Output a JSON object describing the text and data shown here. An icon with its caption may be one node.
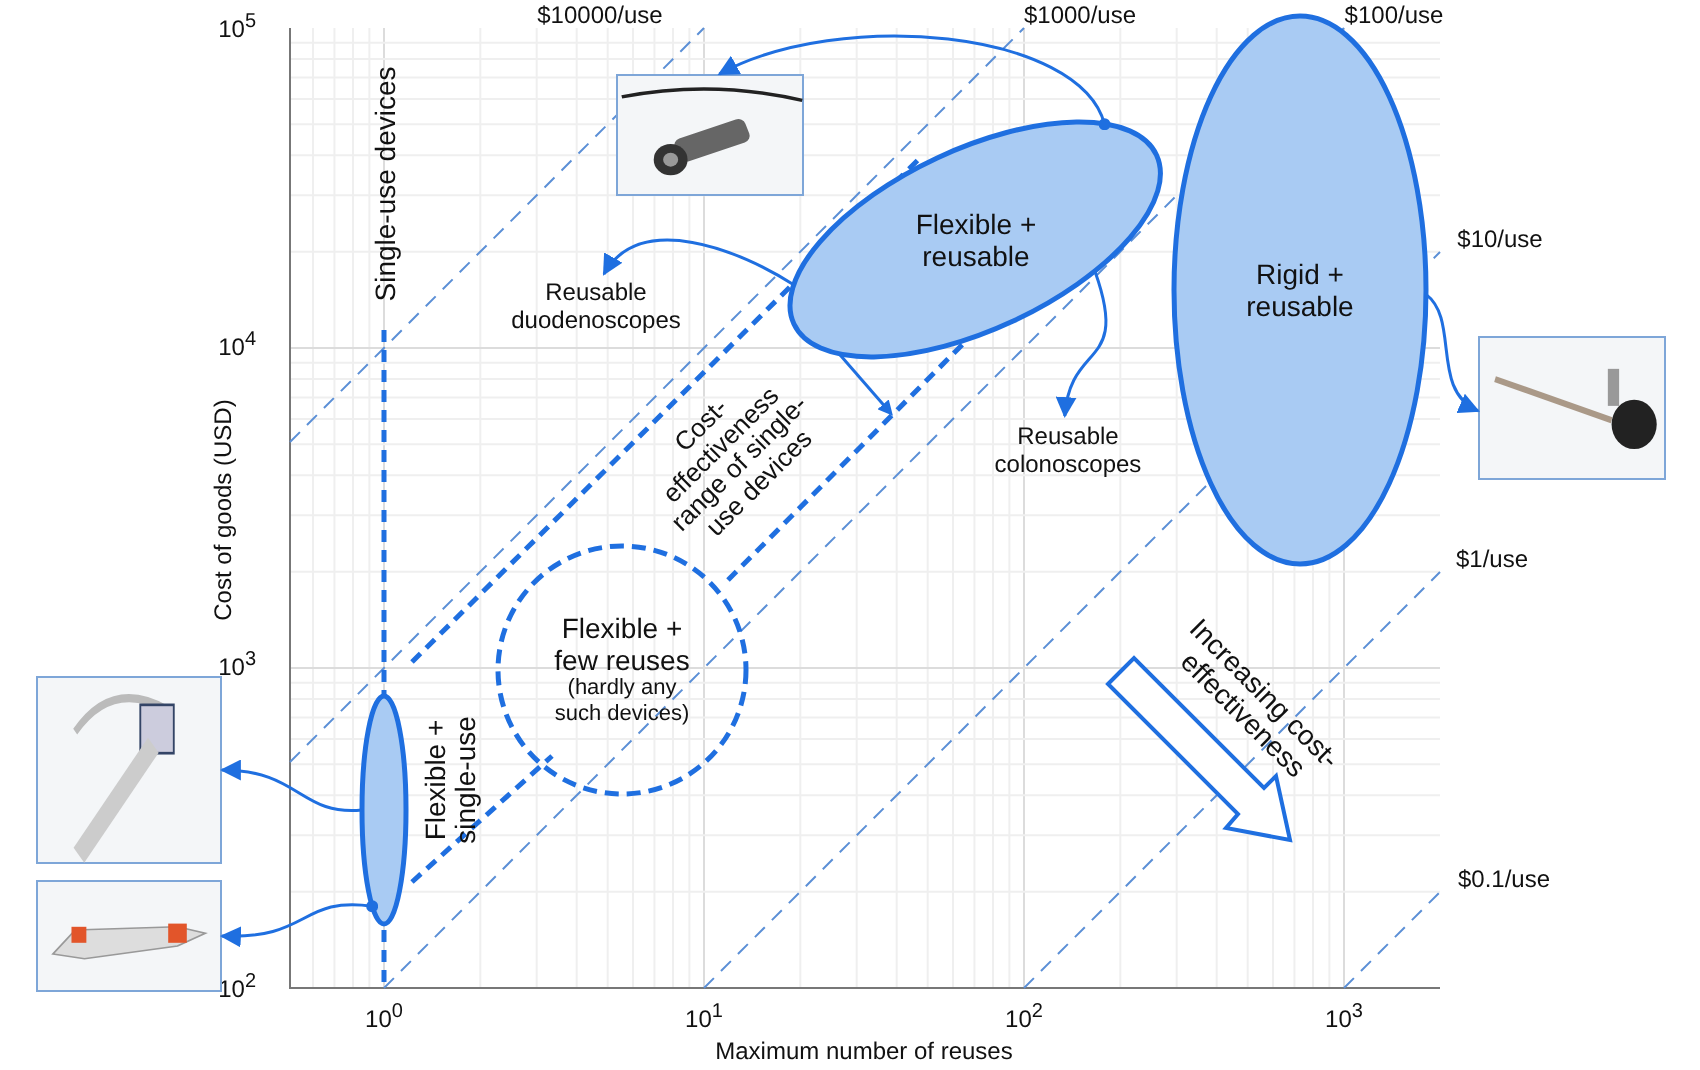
{
  "diagram": {
    "nodes": [
      {
        "text": [],
        "shape": "picture"
      },
      {
        "text": [
          "Flexible + reusable"
        ]
      },
      {
        "text": [
          "Rigid + reusable"
        ]
      },
      {
        "text": [],
        "shape": "picture"
      },
      {
        "text": [
          "Reusable duodenoscopes"
        ]
      },
      {
        "text": [
          "Reusable colonoscopes"
        ]
      },
      {
        "text": [
          "Flexible + few reuses",
          "(hardly any such devices)"
        ]
      },
      {
        "text": [],
        "shape": "ellipse",
        "beside": [
          "Flexible + single-use"
        ]
      },
      {
        "text": [],
        "shape": "picture"
      },
      {
        "text": [],
        "shape": "picture"
      }
    ],
    "edges": [
      {
        "from": 1,
        "to": 0,
        "arrow": "to"
      },
      {
        "from": 1,
        "to": 4,
        "arrow": "to"
      },
      {
        "from": 1,
        "to": 5,
        "arrow": "to"
      },
      {
        "from": 2,
        "to": 3,
        "arrow": "to"
      },
      {
        "from": 7,
        "to": 8,
        "arrow": "to"
      },
      {
        "from": 7,
        "to": 9,
        "arrow": "to"
      }
    ],
    "labels": [
      "$10000/use",
      "$1000/use",
      "$100/use",
      "$10/use",
      "$1/use",
      "$0.1/use",
      "Single-use devices",
      "Cost-effectiveness range of single-use devices",
      "Increasing cost-effectiveness",
      "10$^{5}$",
      "10$^{4}$",
      "10$^{3}$",
      "10$^{2}$",
      "Cost of goods (USD)",
      "10$^{0}$",
      "10$^{1}$",
      "10$^{2}$",
      "10$^{3}$",
      "Maximum number of reuses"
    ]
  }
}
